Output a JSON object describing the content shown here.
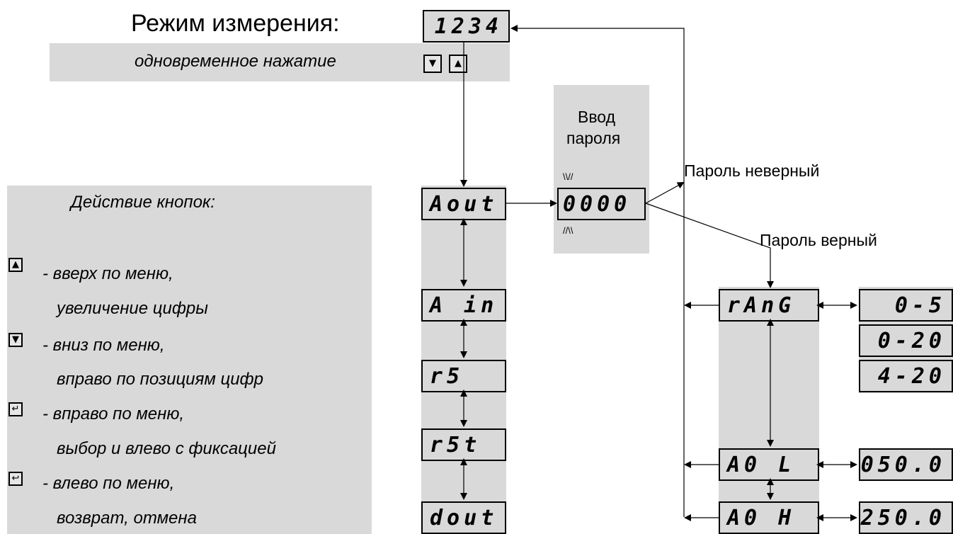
{
  "header": {
    "mode_label": "Режим измерения:",
    "mode_display": "1234",
    "simultaneous_press": "одновременное нажатие"
  },
  "password": {
    "title_line1": "Ввод",
    "title_line2": "пароля",
    "display": "0000",
    "wrong": "Пароль неверный",
    "correct": "Пароль верный"
  },
  "legend": {
    "title": "Действие кнопок:",
    "items": [
      {
        "icon": "up-arrow-icon",
        "line1": "- вверх по меню,",
        "line2": "увеличение цифры"
      },
      {
        "icon": "down-arrow-icon",
        "line1": "- вниз по меню,",
        "line2": "вправо по позициям цифр"
      },
      {
        "icon": "enter-icon",
        "line1": "- вправо по меню,",
        "line2": "выбор и влево с фиксацией"
      },
      {
        "icon": "escape-icon",
        "line1": "- влево по меню,",
        "line2": "возврат, отмена"
      }
    ]
  },
  "menu": [
    "Aout",
    "A in",
    "r5",
    "r5t",
    "dout"
  ],
  "submenu": {
    "rang": "rAnG",
    "rang_options": [
      "0-5",
      "0-20",
      "4-20"
    ],
    "aol": "A0 L",
    "aol_value": "050.0",
    "aoh": "A0 H",
    "aoh_value": "250.0"
  }
}
